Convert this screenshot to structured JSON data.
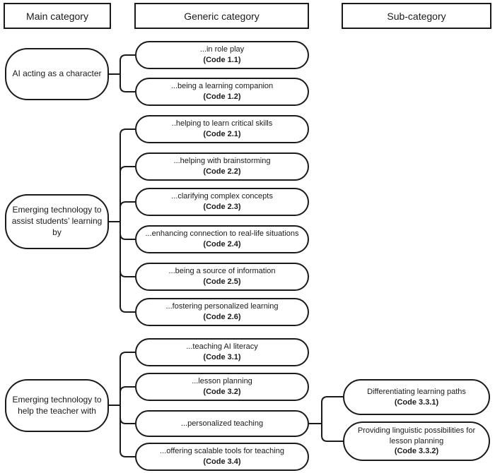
{
  "palette": {
    "ink": "#1a1a1a",
    "background": "#ffffff"
  },
  "headers": {
    "main": "Main category",
    "generic": "Generic category",
    "sub": "Sub-category"
  },
  "tree": [
    {
      "main": "AI acting as a character",
      "generic": [
        {
          "label": "...in role play",
          "code": "(Code 1.1)"
        },
        {
          "label": "...being a learning companion",
          "code": "(Code 1.2)"
        }
      ]
    },
    {
      "main": "Emerging technology to assist students’ learning by",
      "generic": [
        {
          "label": "..helping to learn critical skills",
          "code": "(Code 2.1)"
        },
        {
          "label": "...helping with brainstorming",
          "code": "(Code 2.2)"
        },
        {
          "label": "...clarifying complex concepts",
          "code": "(Code 2.3)"
        },
        {
          "label": "...enhancing connection to real-life situations",
          "code": "(Code 2.4)"
        },
        {
          "label": "...being a source of information",
          "code": "(Code 2.5)"
        },
        {
          "label": "...fostering personalized learning",
          "code": "(Code 2.6)"
        }
      ]
    },
    {
      "main": "Emerging technology to help the teacher with",
      "generic": [
        {
          "label": "...teaching AI literacy",
          "code": "(Code 3.1)"
        },
        {
          "label": "...lesson planning",
          "code": "(Code 3.2)"
        },
        {
          "label": "...personalized teaching"
        },
        {
          "label": "...offering scalable tools for teaching",
          "code": "(Code 3.4)"
        }
      ],
      "sub": [
        {
          "label": "Differentiating learning paths",
          "code": "(Code 3.3.1)"
        },
        {
          "label": "Providing linguistic possibilities for lesson planning",
          "code": "(Code 3.3.2)"
        }
      ]
    }
  ]
}
